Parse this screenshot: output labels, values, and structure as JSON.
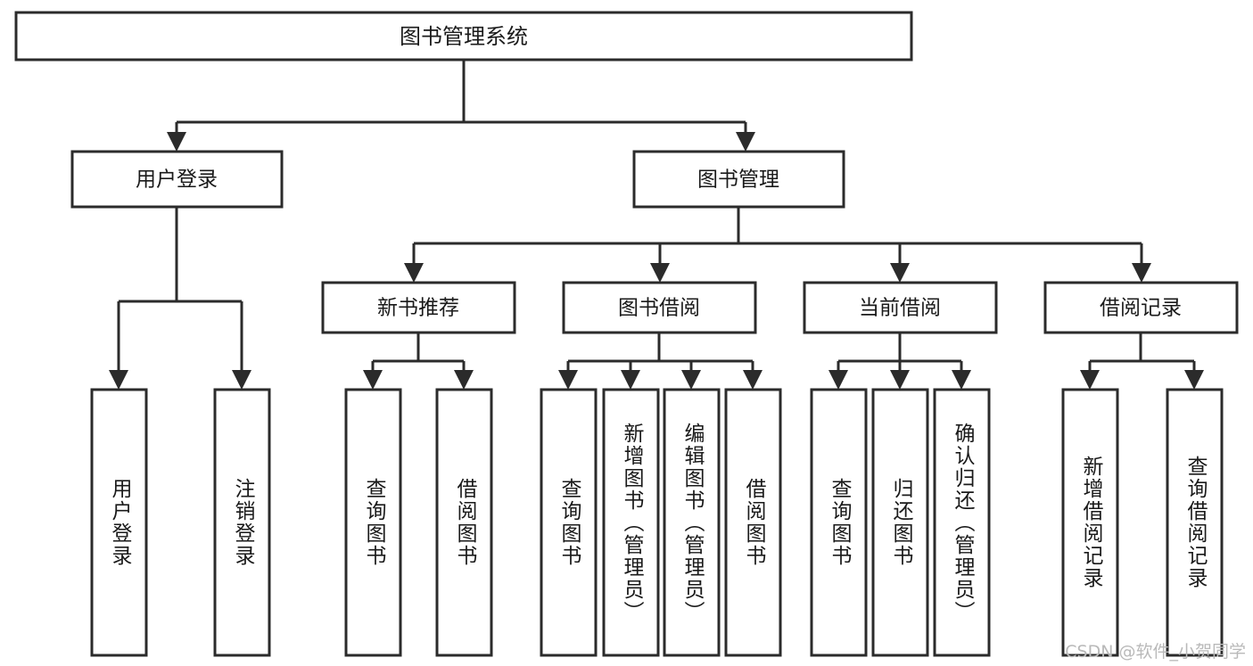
{
  "diagram": {
    "type": "tree-hierarchy",
    "title": "图书管理系统",
    "orientation": "top-down",
    "colors": {
      "box_stroke": "#2b2b2b",
      "box_fill": "#ffffff",
      "text": "#1a1a1a",
      "background": "#ffffff",
      "watermark": "#b9b9b9"
    },
    "levels": {
      "root": {
        "label": "图书管理系统"
      },
      "level2": [
        {
          "id": "user-login",
          "label": "用户登录"
        },
        {
          "id": "book-management",
          "label": "图书管理"
        }
      ],
      "level3": [
        {
          "id": "new-book-recommend",
          "label": "新书推荐",
          "parent": "book-management"
        },
        {
          "id": "book-borrow",
          "label": "图书借阅",
          "parent": "book-management"
        },
        {
          "id": "current-borrow",
          "label": "当前借阅",
          "parent": "book-management"
        },
        {
          "id": "borrow-record",
          "label": "借阅记录",
          "parent": "book-management"
        }
      ],
      "leaves": [
        {
          "id": "leaf-user-login",
          "label": "用户登录",
          "parent": "user-login"
        },
        {
          "id": "leaf-logout-login",
          "label": "注销登录",
          "parent": "user-login"
        },
        {
          "id": "leaf-query-book-1",
          "label": "查询图书",
          "parent": "new-book-recommend"
        },
        {
          "id": "leaf-borrow-book-1",
          "label": "借阅图书",
          "parent": "new-book-recommend"
        },
        {
          "id": "leaf-query-book-2",
          "label": "查询图书",
          "parent": "book-borrow"
        },
        {
          "id": "leaf-add-book",
          "label": "新增图书（管理员）",
          "parent": "book-borrow"
        },
        {
          "id": "leaf-edit-book",
          "label": "编辑图书（管理员）",
          "parent": "book-borrow"
        },
        {
          "id": "leaf-borrow-book-2",
          "label": "借阅图书",
          "parent": "book-borrow"
        },
        {
          "id": "leaf-query-book-3",
          "label": "查询图书",
          "parent": "current-borrow"
        },
        {
          "id": "leaf-return-book",
          "label": "归还图书",
          "parent": "current-borrow"
        },
        {
          "id": "leaf-confirm-return",
          "label": "确认归还（管理员）",
          "parent": "current-borrow"
        },
        {
          "id": "leaf-add-record",
          "label": "新增借阅记录",
          "parent": "borrow-record"
        },
        {
          "id": "leaf-query-record",
          "label": "查询借阅记录",
          "parent": "borrow-record"
        }
      ]
    },
    "watermark": "CSDN @软件_小贺同学"
  }
}
